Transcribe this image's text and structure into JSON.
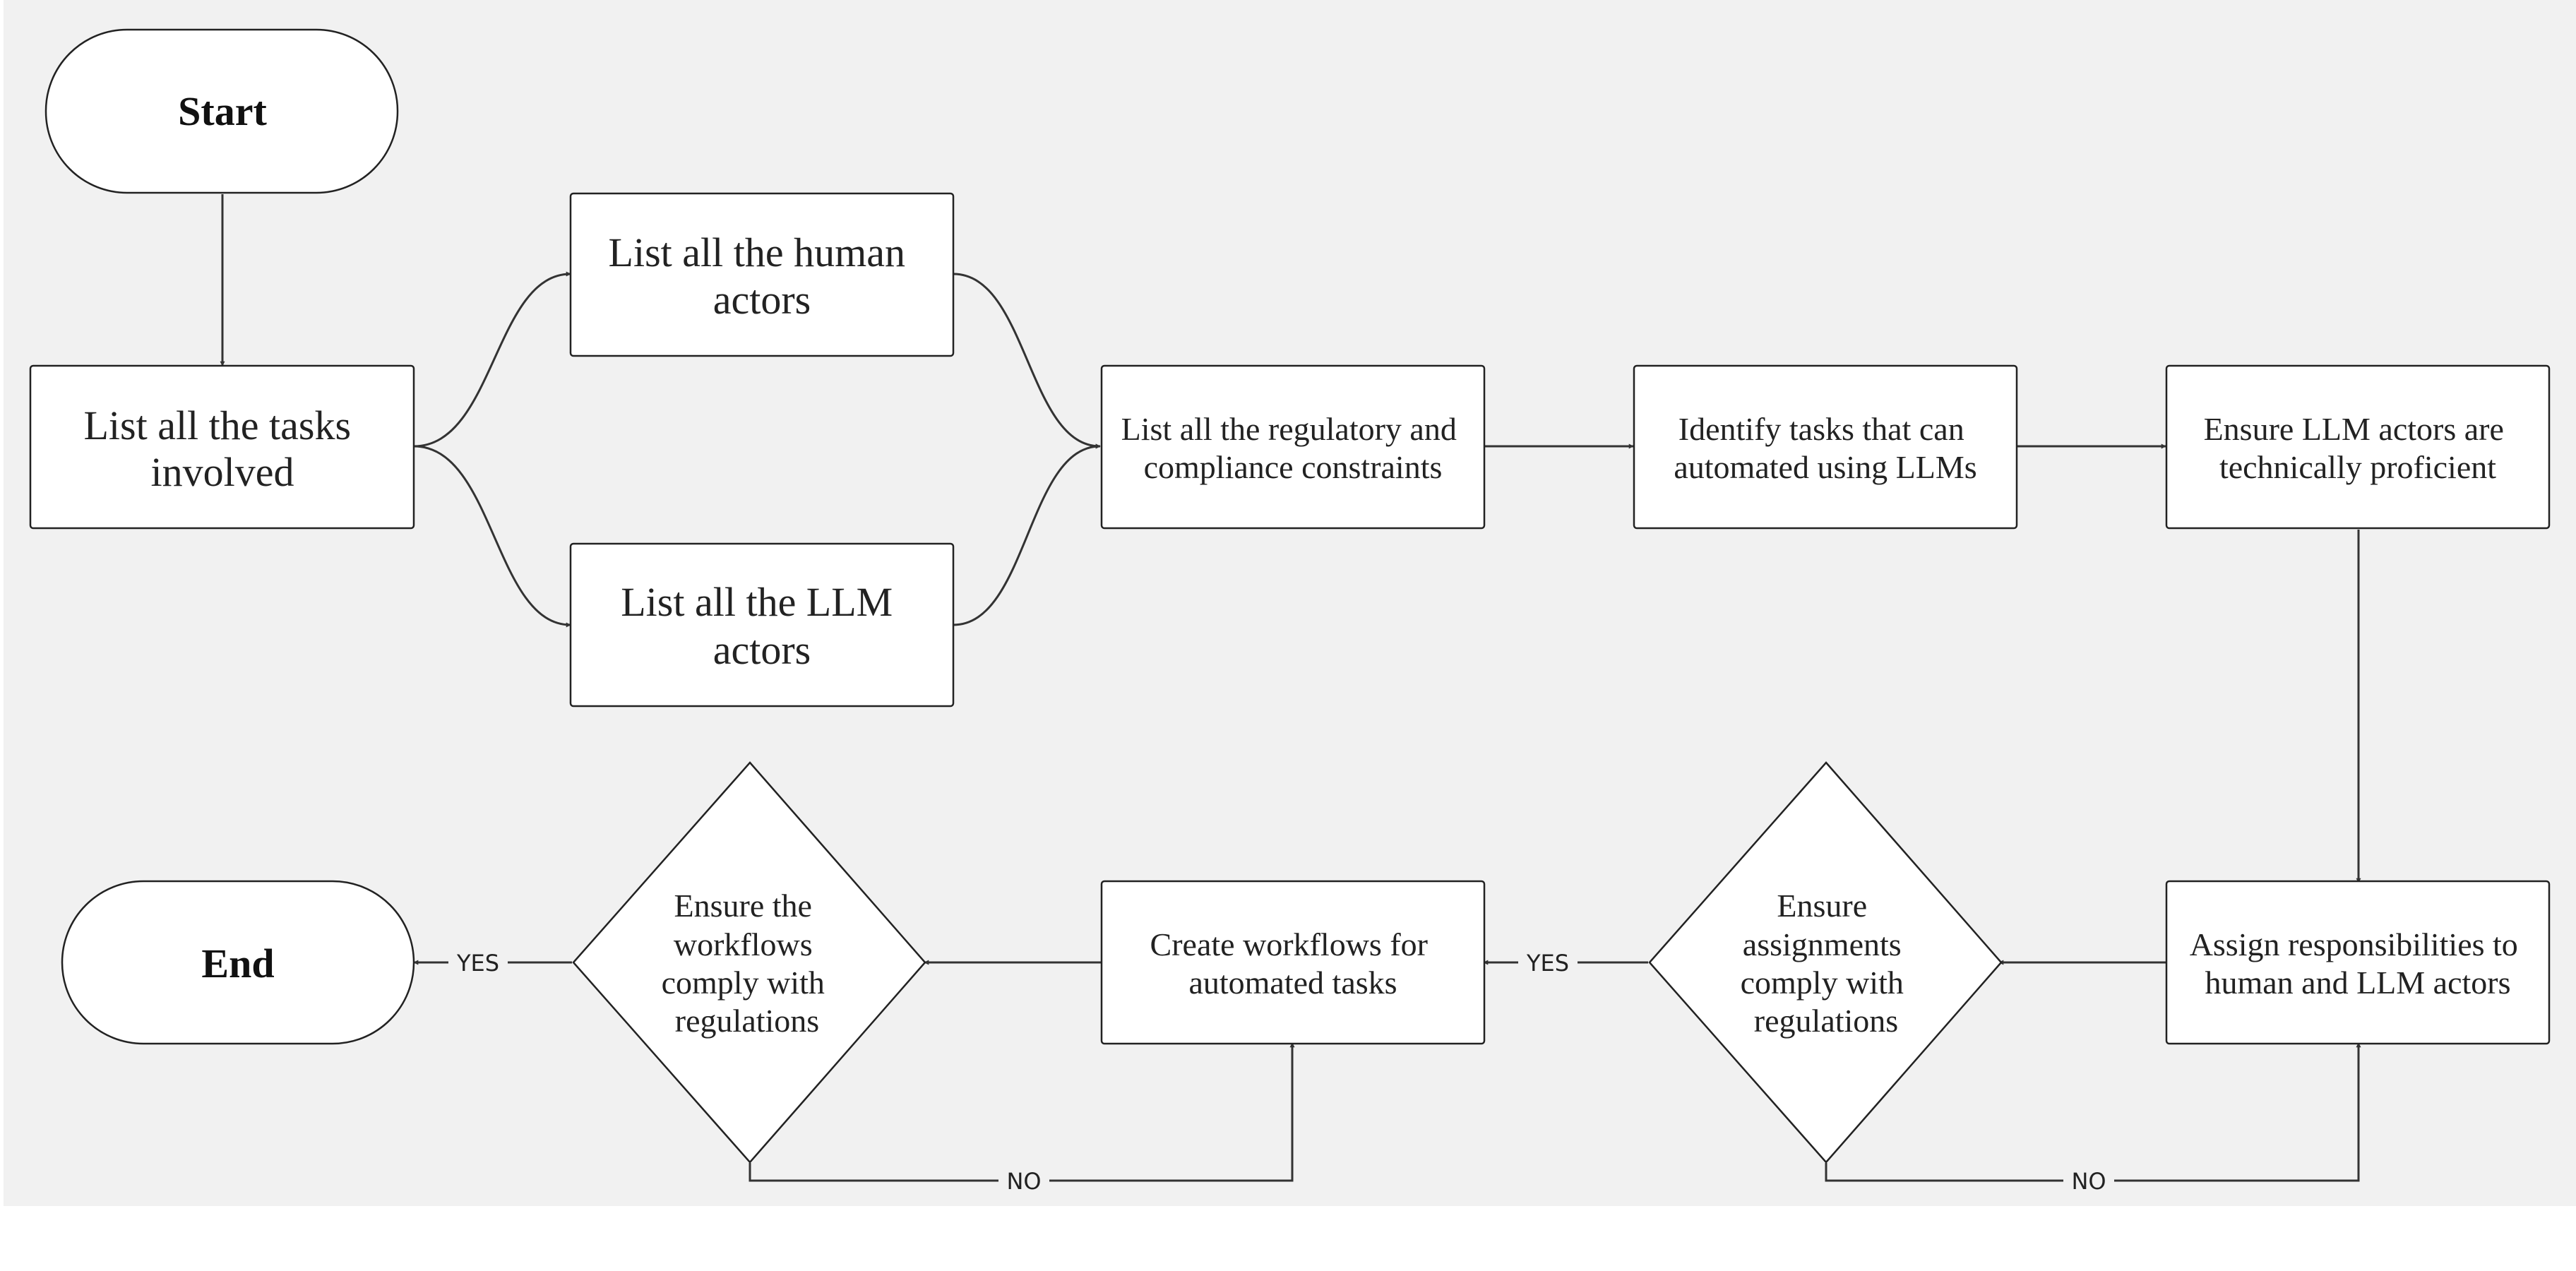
{
  "nodes": {
    "start": "Start",
    "tasks": [
      "List all the tasks",
      "involved"
    ],
    "human_actors": [
      "List all the human",
      "actors"
    ],
    "llm_actors": [
      "List all the LLM",
      "actors"
    ],
    "regulatory": [
      "List all the regulatory and",
      "compliance constraints"
    ],
    "identify": [
      "Identify tasks that can",
      "automated using LLMs"
    ],
    "ensure_llm": [
      "Ensure LLM actors are",
      "technically proficient"
    ],
    "assign": [
      "Assign responsibilities to",
      "human and LLM actors"
    ],
    "ensure_assign": [
      "Ensure",
      "assignments",
      "comply with",
      "regulations"
    ],
    "create_workflows": [
      "Create workflows for",
      "automated tasks"
    ],
    "ensure_workflows": [
      "Ensure the",
      "workflows",
      "comply with",
      "regulations"
    ],
    "end": "End"
  },
  "edges": {
    "yes_label_1": "YES",
    "yes_label_2": "YES",
    "no_label_1": "NO",
    "no_label_2": "NO"
  },
  "colors": {
    "background": "#f1f1f1",
    "node_fill": "#ffffff",
    "stroke": "#222222"
  }
}
